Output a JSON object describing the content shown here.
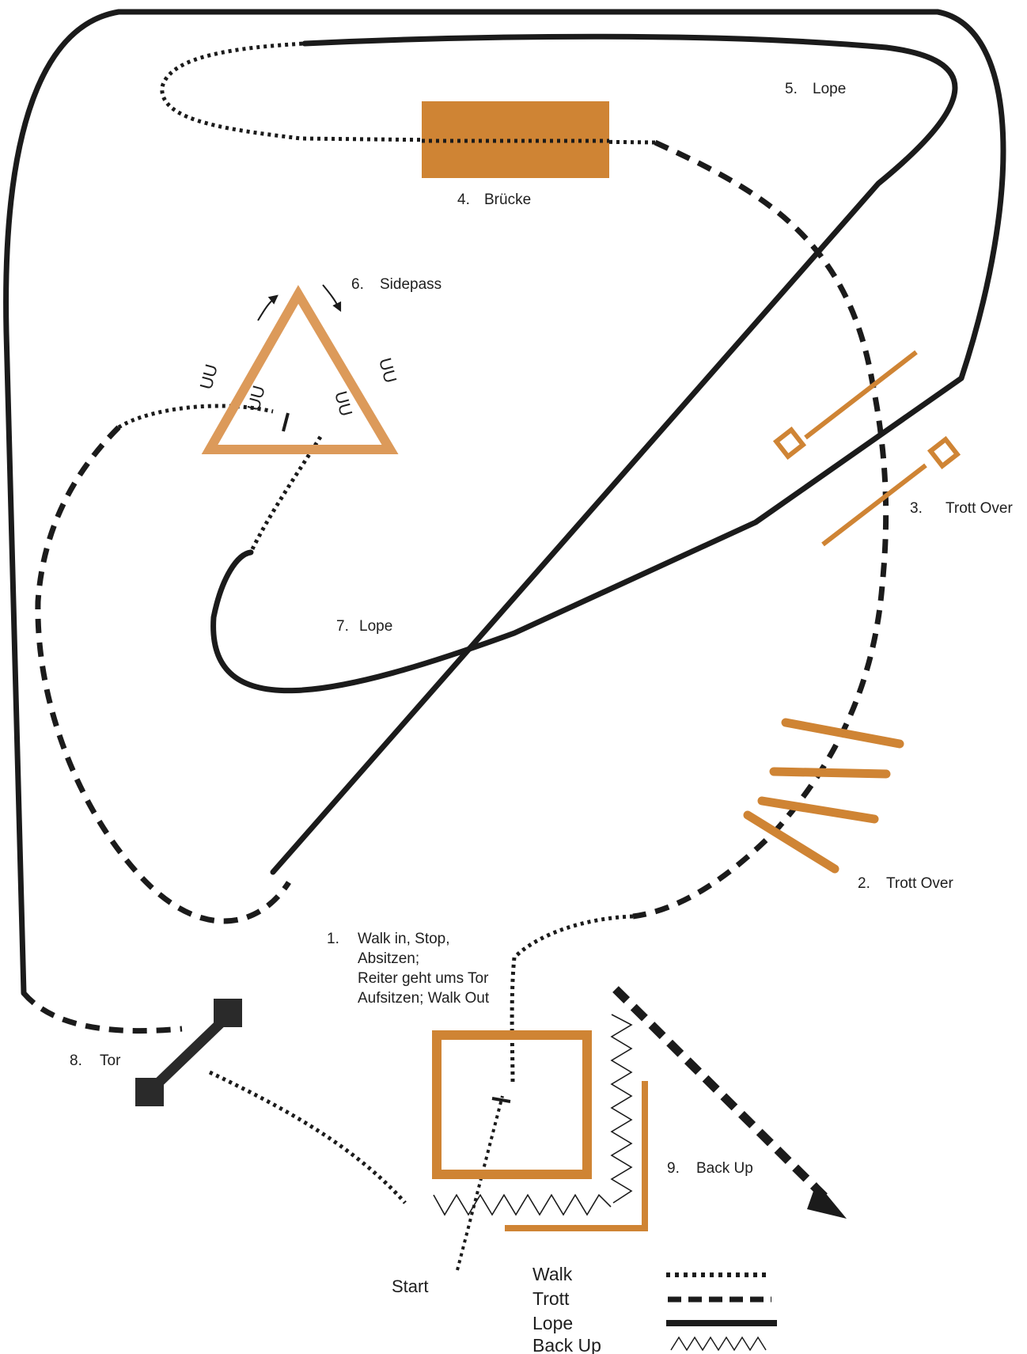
{
  "diagram": {
    "colors": {
      "path": "#1b1b1b",
      "obstacle": "#cf8434",
      "obstacle_light": "#dc9a5a",
      "gate": "#2a2a2a",
      "text": "#1e1e1e"
    },
    "stations": {
      "s1": {
        "number": "1.",
        "lines": [
          "Walk in, Stop,",
          "Absitzen;",
          "Reiter geht ums Tor",
          "Aufsitzen; Walk Out"
        ]
      },
      "s2": {
        "number": "2.",
        "label": "Trott Over"
      },
      "s3": {
        "number": "3.",
        "label": "Trott Over"
      },
      "s4": {
        "number": "4.",
        "label": "Brücke"
      },
      "s5": {
        "number": "5.",
        "label": "Lope"
      },
      "s6": {
        "number": "6.",
        "label": "Sidepass"
      },
      "s7": {
        "number": "7.",
        "label": "Lope"
      },
      "s8": {
        "number": "8.",
        "label": "Tor"
      },
      "s9": {
        "number": "9.",
        "label": "Back Up"
      }
    },
    "start_label": "Start",
    "sidepass_marks": [
      "UU",
      "UU",
      "UU",
      "UU"
    ],
    "legend": [
      {
        "label": "Walk",
        "style": "dotted"
      },
      {
        "label": "Trott",
        "style": "dashed"
      },
      {
        "label": "Lope",
        "style": "solid"
      },
      {
        "label": "Back Up",
        "style": "zigzag"
      }
    ]
  }
}
